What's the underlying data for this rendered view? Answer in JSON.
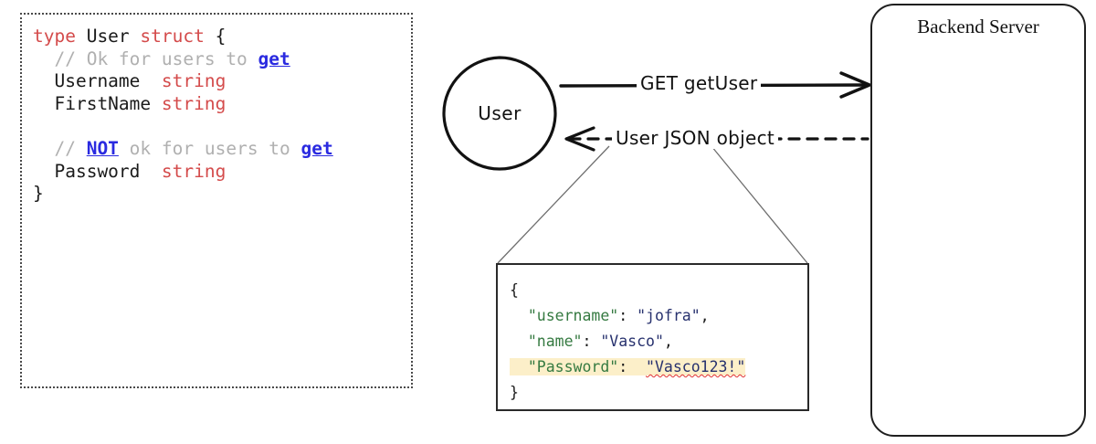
{
  "diagram": {
    "title": "User GET request flow leaking password field",
    "background_color": "#ffffff"
  },
  "code_block": {
    "name": "go-struct-definition",
    "language": "go",
    "border_style": "dotted",
    "lines": [
      {
        "id": "l1",
        "segments": [
          {
            "text": "type ",
            "role": "keyword"
          },
          {
            "text": "User ",
            "role": "identifier"
          },
          {
            "text": "struct ",
            "role": "keyword"
          },
          {
            "text": "{",
            "role": "punct"
          }
        ]
      },
      {
        "id": "l2",
        "segments": [
          {
            "text": "  // Ok for users to ",
            "role": "comment"
          },
          {
            "text": "get",
            "role": "link"
          }
        ]
      },
      {
        "id": "l3",
        "segments": [
          {
            "text": "  Username  ",
            "role": "identifier"
          },
          {
            "text": "string",
            "role": "type"
          }
        ]
      },
      {
        "id": "l4",
        "segments": [
          {
            "text": "  FirstName ",
            "role": "identifier"
          },
          {
            "text": "string",
            "role": "type"
          }
        ]
      },
      {
        "id": "l5",
        "segments": [
          {
            "text": " ",
            "role": "blank"
          }
        ]
      },
      {
        "id": "l6",
        "segments": [
          {
            "text": "  // ",
            "role": "comment"
          },
          {
            "text": "NOT",
            "role": "link"
          },
          {
            "text": " ok for users to ",
            "role": "comment"
          },
          {
            "text": "get",
            "role": "link"
          }
        ]
      },
      {
        "id": "l7",
        "segments": [
          {
            "text": "  Password  ",
            "role": "identifier"
          },
          {
            "text": "string",
            "role": "type"
          }
        ]
      },
      {
        "id": "l8",
        "segments": [
          {
            "text": "}",
            "role": "punct"
          }
        ]
      }
    ],
    "colors": {
      "keyword": "#d44b4b",
      "type": "#d44b4b",
      "identifier": "#1a1a1a",
      "comment": "#b0b0b0",
      "link": "#2a2ae0"
    }
  },
  "user_node": {
    "label": "User",
    "shape": "hand-drawn-circle"
  },
  "arrows": {
    "request": {
      "label": "GET getUser",
      "direction": "user-to-server",
      "style": "solid"
    },
    "response": {
      "label": "User JSON object",
      "direction": "server-to-user",
      "style": "dashed"
    }
  },
  "json_box": {
    "name": "user-json-payload",
    "lines": [
      {
        "id": "j1",
        "highlight": false,
        "segments": [
          {
            "text": "{",
            "role": "brace"
          }
        ]
      },
      {
        "id": "j2",
        "highlight": false,
        "segments": [
          {
            "text": "  ",
            "role": "punct"
          },
          {
            "text": "\"username\"",
            "role": "key"
          },
          {
            "text": ": ",
            "role": "punct"
          },
          {
            "text": "\"jofra\"",
            "role": "value"
          },
          {
            "text": ",",
            "role": "punct"
          }
        ]
      },
      {
        "id": "j3",
        "highlight": false,
        "segments": [
          {
            "text": "  ",
            "role": "punct"
          },
          {
            "text": "\"name\"",
            "role": "key"
          },
          {
            "text": ": ",
            "role": "punct"
          },
          {
            "text": "\"Vasco\"",
            "role": "value"
          },
          {
            "text": ",",
            "role": "punct"
          }
        ]
      },
      {
        "id": "j4",
        "highlight": true,
        "segments": [
          {
            "text": "  ",
            "role": "punct"
          },
          {
            "text": "\"Password\"",
            "role": "key"
          },
          {
            "text": ":  ",
            "role": "punct"
          },
          {
            "text": "\"Vasco123!\"",
            "role": "value-misspelled"
          }
        ]
      },
      {
        "id": "j5",
        "highlight": false,
        "segments": [
          {
            "text": "}",
            "role": "brace"
          }
        ]
      }
    ],
    "colors": {
      "key": "#357a41",
      "value": "#27316e",
      "highlight": "#fcefc9",
      "spellcheck_underline": "#e03030"
    }
  },
  "server_box": {
    "title": "Backend Server",
    "shape": "rounded-rectangle"
  }
}
